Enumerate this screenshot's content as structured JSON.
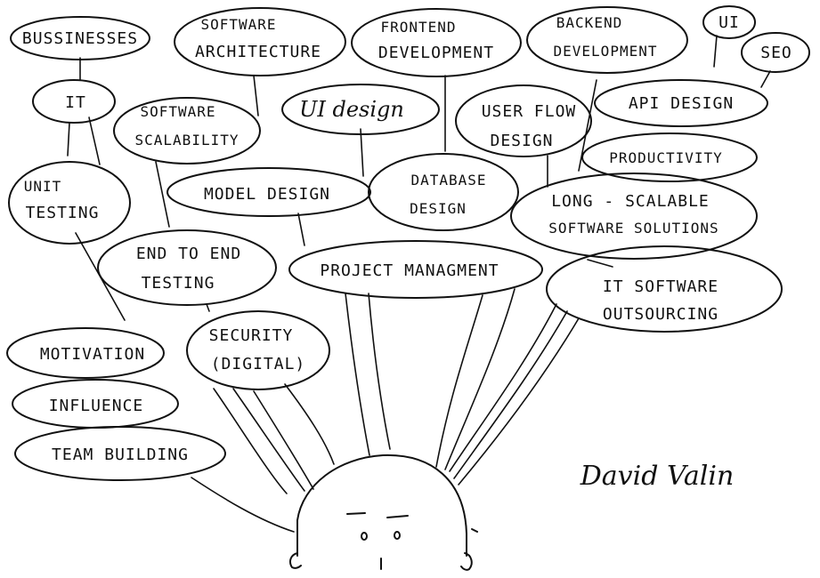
{
  "bubbles": {
    "bussinesses": "BUSSINESSES",
    "software_architecture_1": "SOFTWARE",
    "software_architecture_2": "ARCHITECTURE",
    "frontend_1": "FRONTEND",
    "frontend_2": "DEVELOPMENT",
    "backend_1": "BACKEND",
    "backend_2": "DEVELOPMENT",
    "ui": "UI",
    "seo": "SEO",
    "it": "IT",
    "software_scalability_1": "SOFTWARE",
    "software_scalability_2": "SCALABILITY",
    "ui_design": "UI design",
    "user_flow_1": "USER FLOW",
    "user_flow_2": "DESIGN",
    "api_design": "API DESIGN",
    "productivity": "PRODUCTIVITY",
    "unit_testing_1": "UNIT",
    "unit_testing_2": "TESTING",
    "model_design": "MODEL DESIGN",
    "database_design_1": "DATABASE",
    "database_design_2": "DESIGN",
    "long_scalable_1": "LONG - SCALABLE",
    "long_scalable_2": "SOFTWARE SOLUTIONS",
    "end_to_end_1": "END TO END",
    "end_to_end_2": "TESTING",
    "project_managment": "PROJECT MANAGMENT",
    "it_outsourcing_1": "IT SOFTWARE",
    "it_outsourcing_2": "OUTSOURCING",
    "motivation": "MOTIVATION",
    "security_1": "SECURITY",
    "security_2": "(DIGITAL)",
    "influence": "INFLUENCE",
    "team_building": "TEAM BUILDING"
  },
  "signature": "David Valin"
}
